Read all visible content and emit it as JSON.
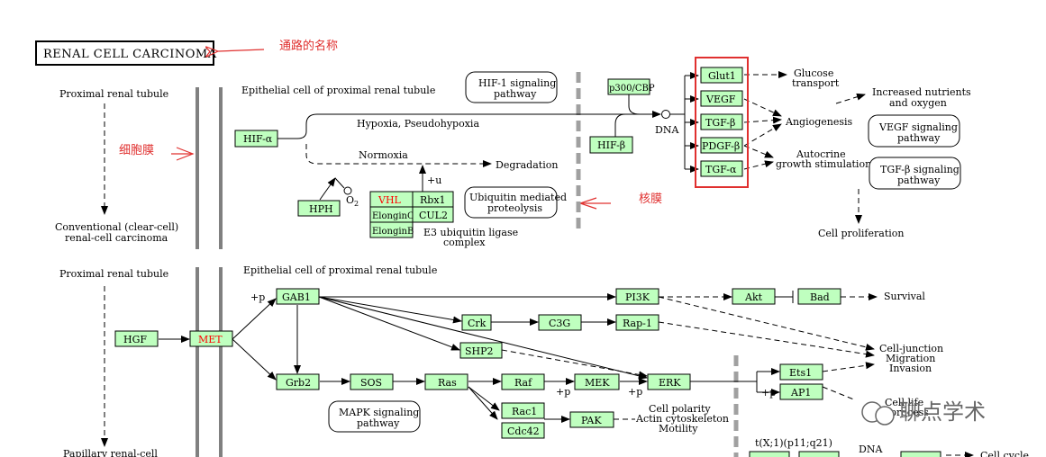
{
  "title": "RENAL CELL CARCINOMA",
  "annotations": {
    "pathway_name": "通路的名称",
    "cell_membrane": "细胞膜",
    "nuclear_membrane": "核膜"
  },
  "labels": {
    "proximal_tubule_1": "Proximal renal tubule",
    "proximal_tubule_2": "Proximal renal tubule",
    "epithelial_1": "Epithelial cell of proximal renal tubule",
    "epithelial_2": "Epithelial cell of proximal renal tubule",
    "ccrcc_1": "Conventional (clear-cell)",
    "ccrcc_2": "renal-cell carcinoma",
    "papillary": "Papillary renal-cell",
    "hypoxia": "Hypoxia, Pseudohypoxia",
    "normoxia": "Normoxia",
    "degradation": "Degradation",
    "dna_1": "DNA",
    "dna_2": "DNA",
    "o2": "O",
    "o2_sub": "2",
    "plus_u": "+u",
    "e3_1": "E3 ubiquitin ligase",
    "e3_2": "complex",
    "glucose_1": "Glucose",
    "glucose_2": "transport",
    "angio": "Angiogenesis",
    "autocrine_1": "Autocrine",
    "autocrine_2": "growth stimulation",
    "nutrients_1": "Increased nutrients",
    "nutrients_2": "and oxygen",
    "cell_prolif": "Cell proliferation",
    "survival": "Survival",
    "cj_1": "Cell-junction",
    "cj_2": "Migration",
    "cj_3": "Invasion",
    "life_1": "Cell life",
    "life_2": "process",
    "polarity_1": "Cell polarity",
    "polarity_2": "Actin cytoskeleton",
    "polarity_3": "Motility",
    "translocation": "t(X;1)(p11;q21)",
    "cell_cycle": "Cell cycle",
    "plus_p_1": "+p",
    "plus_p_2": "+p",
    "plus_p_3": "+p",
    "plus_p_4": "+p"
  },
  "pathway_boxes": {
    "hif1_1": "HIF-1 signaling",
    "hif1_2": "pathway",
    "ubq_1": "Ubiquitin mediated",
    "ubq_2": "proteolysis",
    "vegf_1": "VEGF signaling",
    "vegf_2": "pathway",
    "tgfb_1": "TGF-β signaling",
    "tgfb_2": "pathway",
    "mapk_1": "MAPK signaling",
    "mapk_2": "pathway"
  },
  "genes": {
    "hif_a": "HIF-α",
    "hph": "HPH",
    "vhl": "VHL",
    "rbx1": "Rbx1",
    "elonginc": "ElonginC",
    "cul2": "CUL2",
    "elonginb": "ElonginB",
    "p300": "p300/CBP",
    "hif_b": "HIF-β",
    "glut1": "Glut1",
    "vegf": "VEGF",
    "tgfb": "TGF-β",
    "pdgfb": "PDGF-β",
    "tgfa": "TGF-α",
    "hgf": "HGF",
    "met": "MET",
    "gab1": "GAB1",
    "grb2": "Grb2",
    "sos": "SOS",
    "ras": "Ras",
    "raf": "Raf",
    "mek": "MEK",
    "erk": "ERK",
    "crk": "Crk",
    "c3g": "C3G",
    "rap1": "Rap-1",
    "shp2": "SHP2",
    "pi3k": "PI3K",
    "akt": "Akt",
    "bad": "Bad",
    "rac1": "Rac1",
    "cdc42": "Cdc42",
    "pak": "PAK",
    "ets1": "Ets1",
    "ap1": "AP1"
  },
  "watermark": "聊点学术",
  "colors": {
    "gene_fill": "#bfffbf",
    "mutated_gene_text": "#ff0000",
    "annotation": "#e0302f",
    "highlight_box": "#e0302f"
  }
}
